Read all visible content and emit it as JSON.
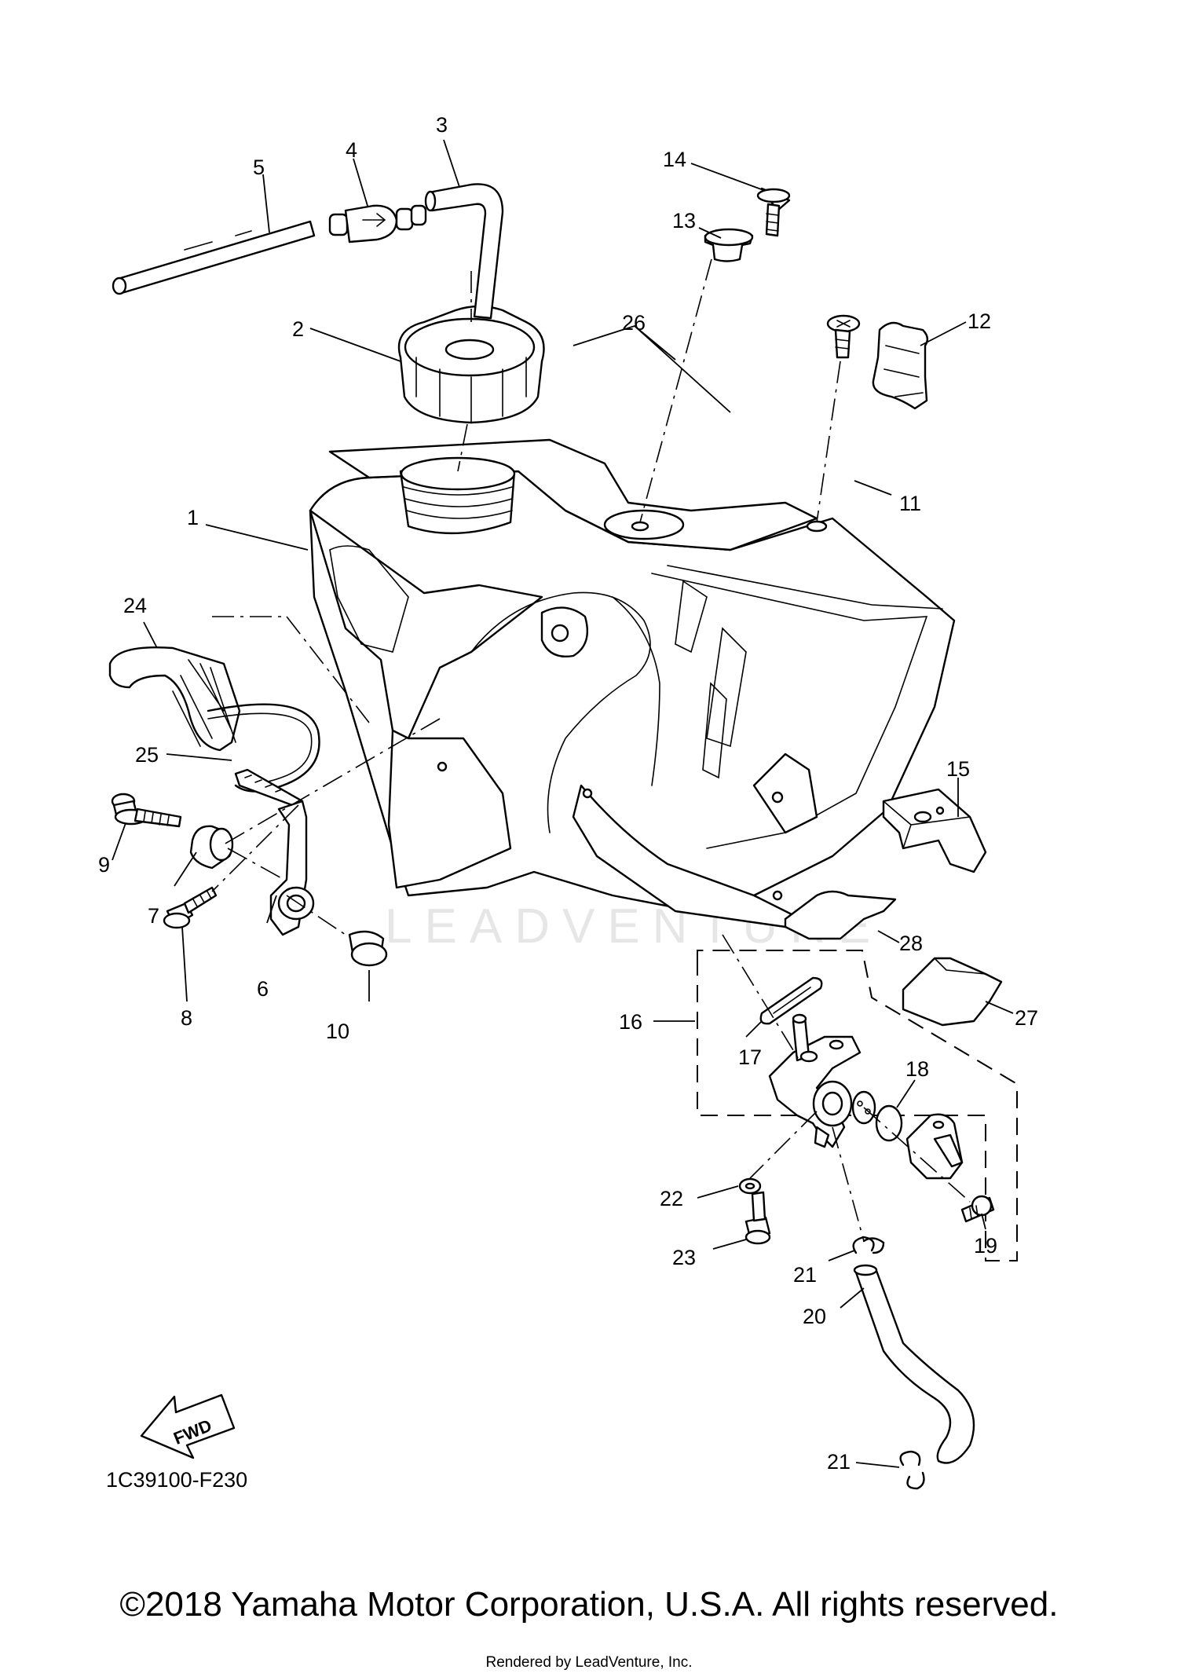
{
  "diagram": {
    "watermark": "LEADVENTURE",
    "drawing_code": "1C39100-F230",
    "fwd_label": "FWD",
    "callouts": {
      "c1": "1",
      "c2": "2",
      "c3": "3",
      "c4": "4",
      "c5": "5",
      "c6": "6",
      "c7": "7",
      "c8": "8",
      "c9": "9",
      "c10": "10",
      "c11": "11",
      "c12": "12",
      "c13": "13",
      "c14": "14",
      "c15": "15",
      "c16": "16",
      "c17": "17",
      "c18": "18",
      "c19": "19",
      "c20": "20",
      "c21a": "21",
      "c21b": "21",
      "c22": "22",
      "c23": "23",
      "c24": "24",
      "c25": "25",
      "c26": "26",
      "c27": "27",
      "c28": "28"
    }
  },
  "footer": {
    "copyright": "©2018 Yamaha Motor Corporation, U.S.A. All rights reserved.",
    "rendered_by": "Rendered by LeadVenture, Inc."
  }
}
